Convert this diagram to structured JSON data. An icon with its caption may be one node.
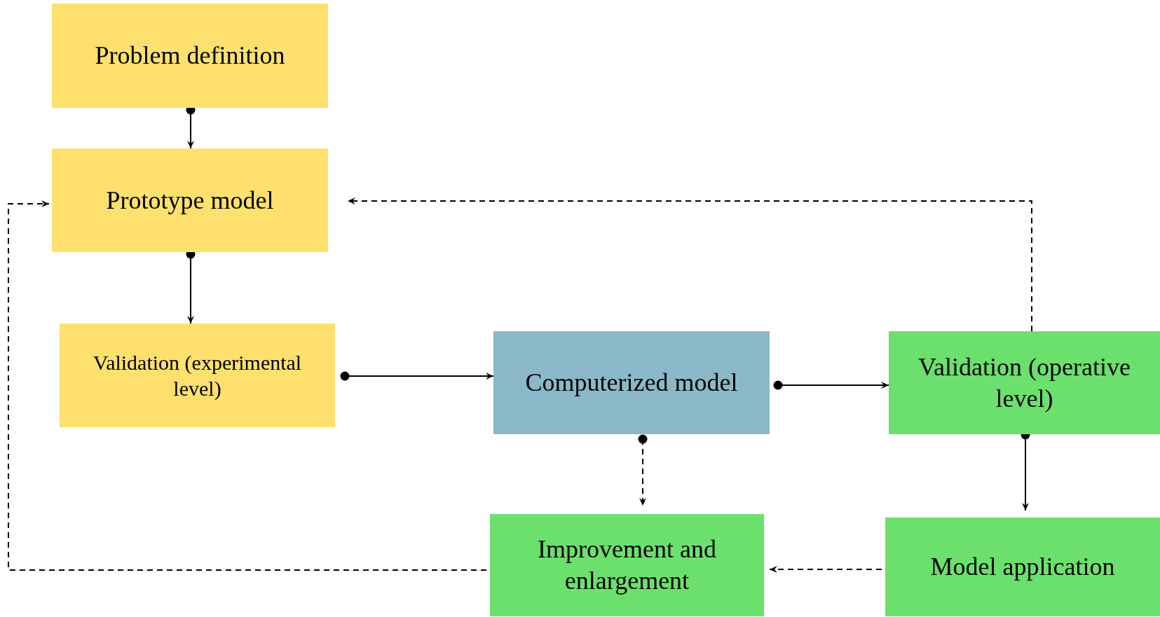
{
  "diagram": {
    "nodes": [
      {
        "text": [
          "Problem definition"
        ]
      },
      {
        "text": [
          "Prototype model"
        ]
      },
      {
        "text": [
          "Validation (experimental level)"
        ]
      },
      {
        "text": [
          "Computerized model"
        ]
      },
      {
        "text": [
          "Validation (operative level)"
        ]
      },
      {
        "text": [
          "Improvement and enlargement"
        ]
      },
      {
        "text": [
          "Model application"
        ]
      }
    ],
    "edges": [
      {
        "from": 0,
        "to": 1,
        "arrow": "to"
      },
      {
        "from": 1,
        "to": 2,
        "arrow": "to"
      },
      {
        "from": 2,
        "to": 3,
        "arrow": "to"
      },
      {
        "from": 3,
        "to": 4,
        "arrow": "to"
      },
      {
        "from": 3,
        "to": 5,
        "arrow": "to",
        "style": "dashed"
      },
      {
        "from": 4,
        "to": 6,
        "arrow": "to"
      },
      {
        "from": 4,
        "to": 1,
        "arrow": "to",
        "style": "dashed"
      },
      {
        "from": 6,
        "to": 5,
        "arrow": "to",
        "style": "dashed"
      },
      {
        "from": 5,
        "to": 1,
        "arrow": "to",
        "style": "dashed"
      }
    ]
  }
}
